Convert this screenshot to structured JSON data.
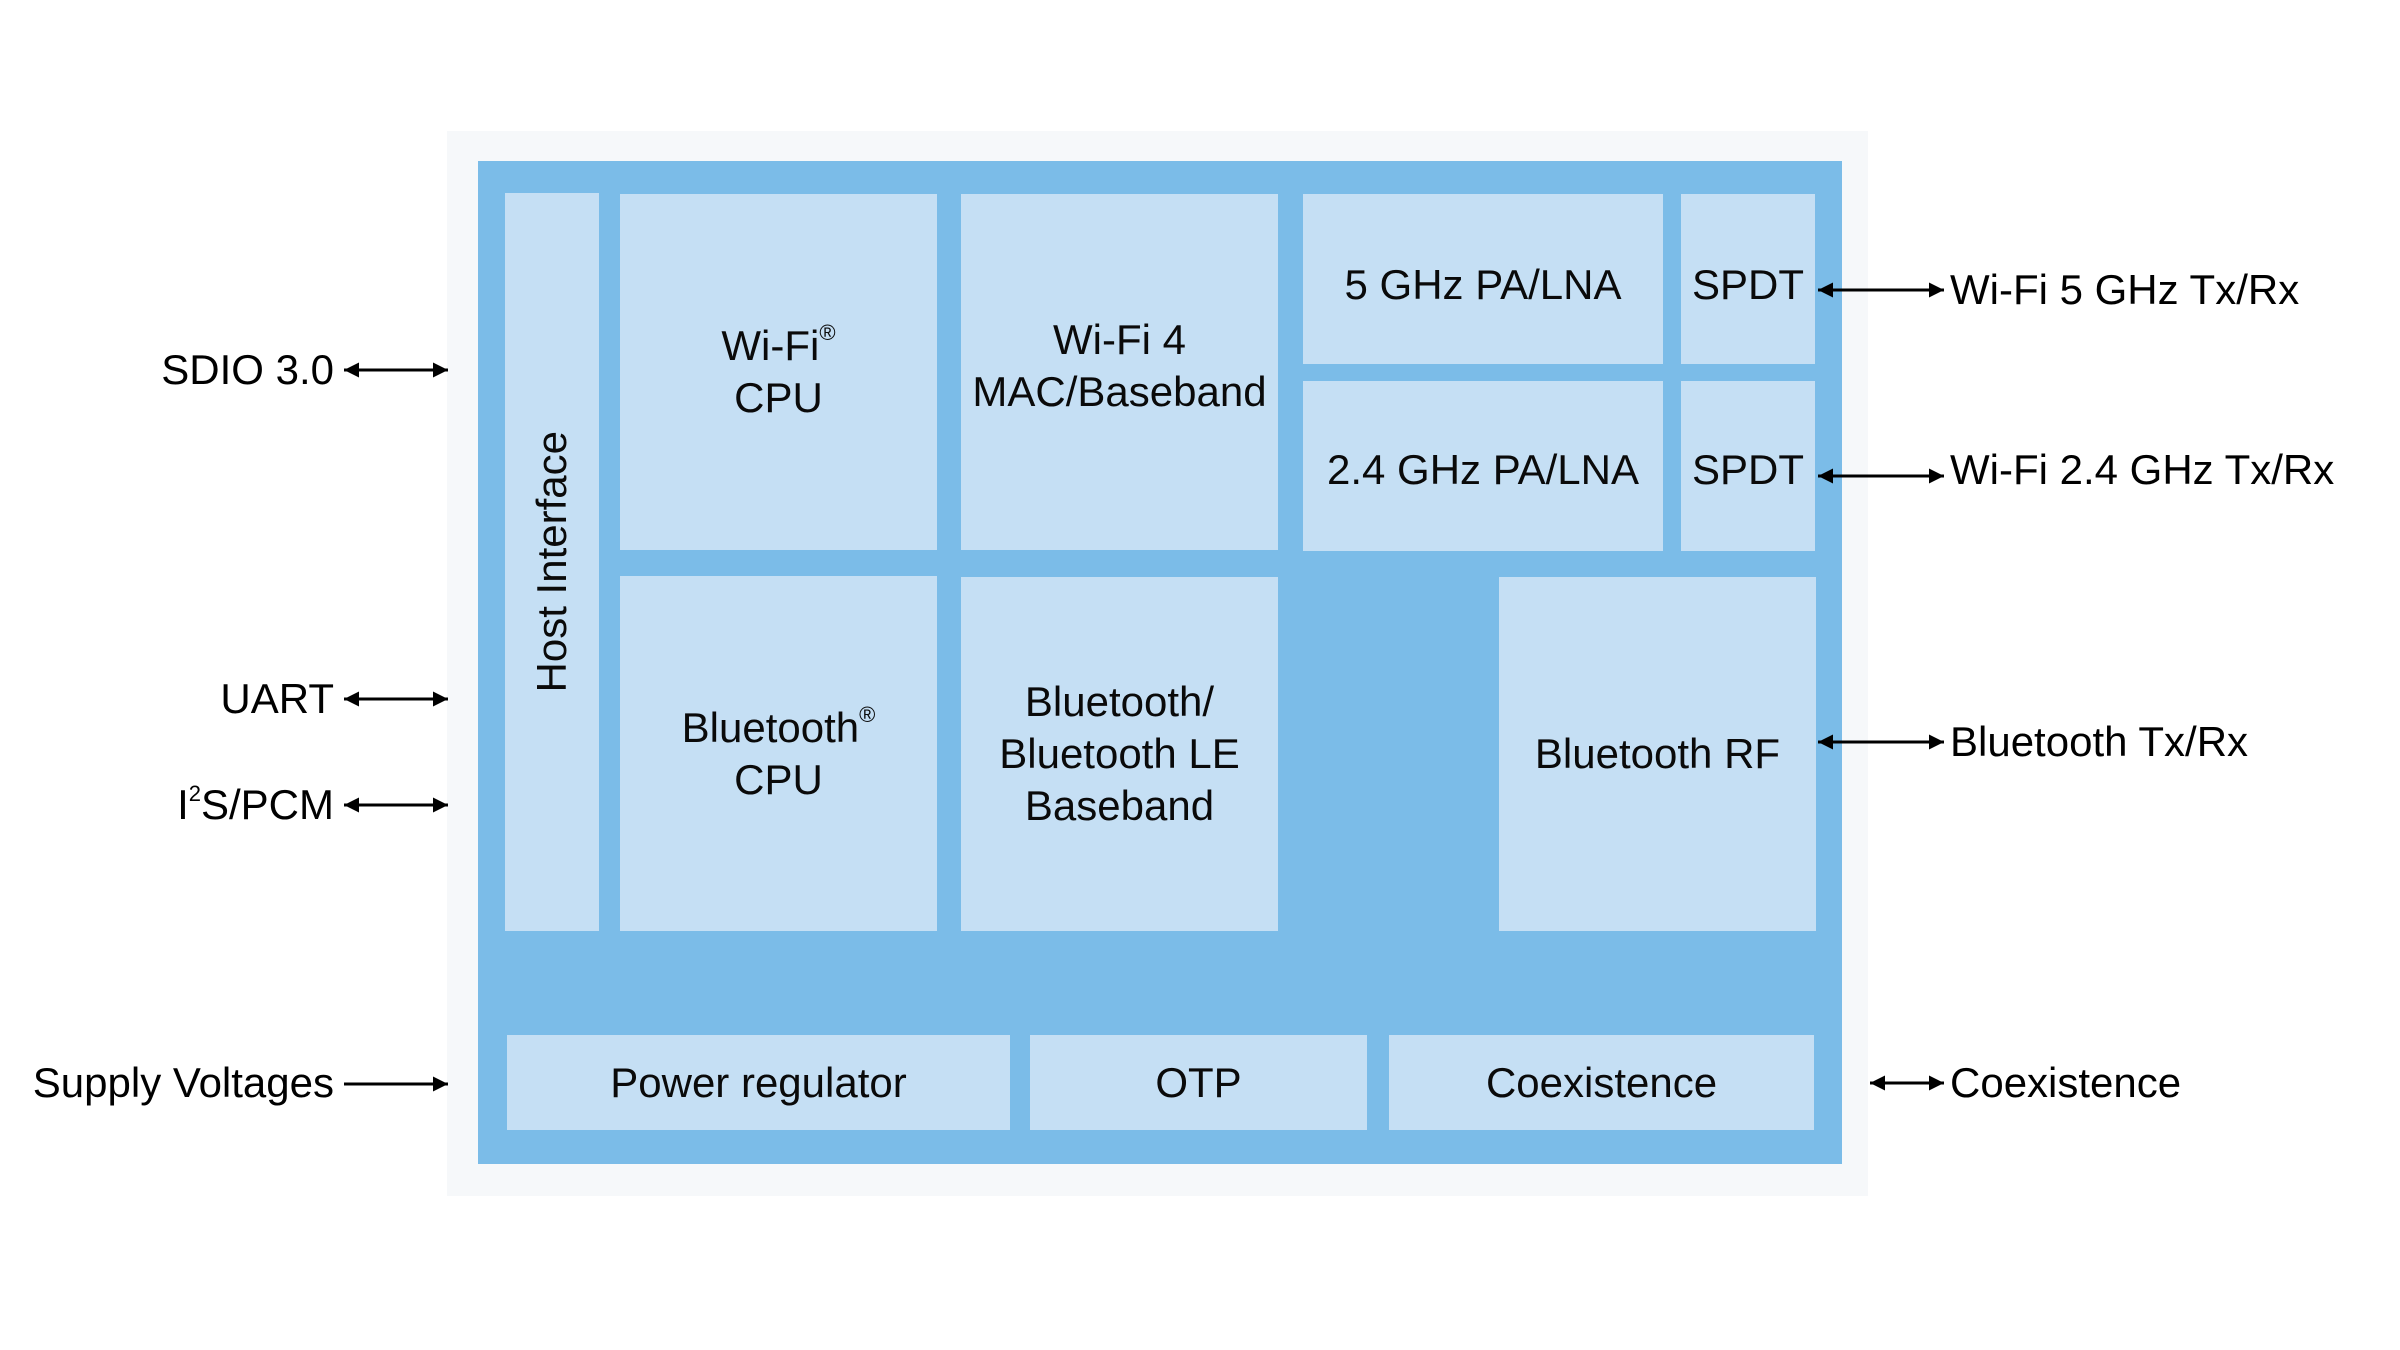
{
  "diagram": {
    "blocks": {
      "host_interface": "Host Interface",
      "wifi_cpu": {
        "line1": "Wi-Fi",
        "mark": "®",
        "line2": "CPU"
      },
      "wifi_mac": {
        "line1": "Wi-Fi 4",
        "line2": "MAC/Baseband"
      },
      "pa_5ghz": "5 GHz PA/LNA",
      "spdt_5ghz": "SPDT",
      "pa_24ghz": "2.4 GHz PA/LNA",
      "spdt_24ghz": "SPDT",
      "bt_cpu": {
        "line1": "Bluetooth",
        "mark": "®",
        "line2": "CPU"
      },
      "bt_baseband": {
        "line1": "Bluetooth/",
        "line2": "Bluetooth LE",
        "line3": "Baseband"
      },
      "bt_rf": "Bluetooth RF",
      "power_regulator": "Power regulator",
      "otp": "OTP",
      "coexistence": "Coexistence"
    },
    "left_interfaces": [
      {
        "label": "SDIO 3.0",
        "direction": "bidirectional"
      },
      {
        "label": "UART",
        "direction": "bidirectional"
      },
      {
        "label_pre": "I",
        "label_sup": "2",
        "label_post": "S/PCM",
        "direction": "bidirectional"
      },
      {
        "label": "Supply Voltages",
        "direction": "input"
      }
    ],
    "right_interfaces": [
      {
        "label": "Wi-Fi 5 GHz Tx/Rx",
        "direction": "bidirectional"
      },
      {
        "label": "Wi-Fi 2.4 GHz Tx/Rx",
        "direction": "bidirectional"
      },
      {
        "label": "Bluetooth Tx/Rx",
        "direction": "bidirectional"
      },
      {
        "label": "Coexistence",
        "direction": "bidirectional"
      }
    ],
    "colors": {
      "frame": "#f6f8fa",
      "chip": "#7bbce8",
      "block": "#c5dff4",
      "arrow": "#000000"
    }
  }
}
